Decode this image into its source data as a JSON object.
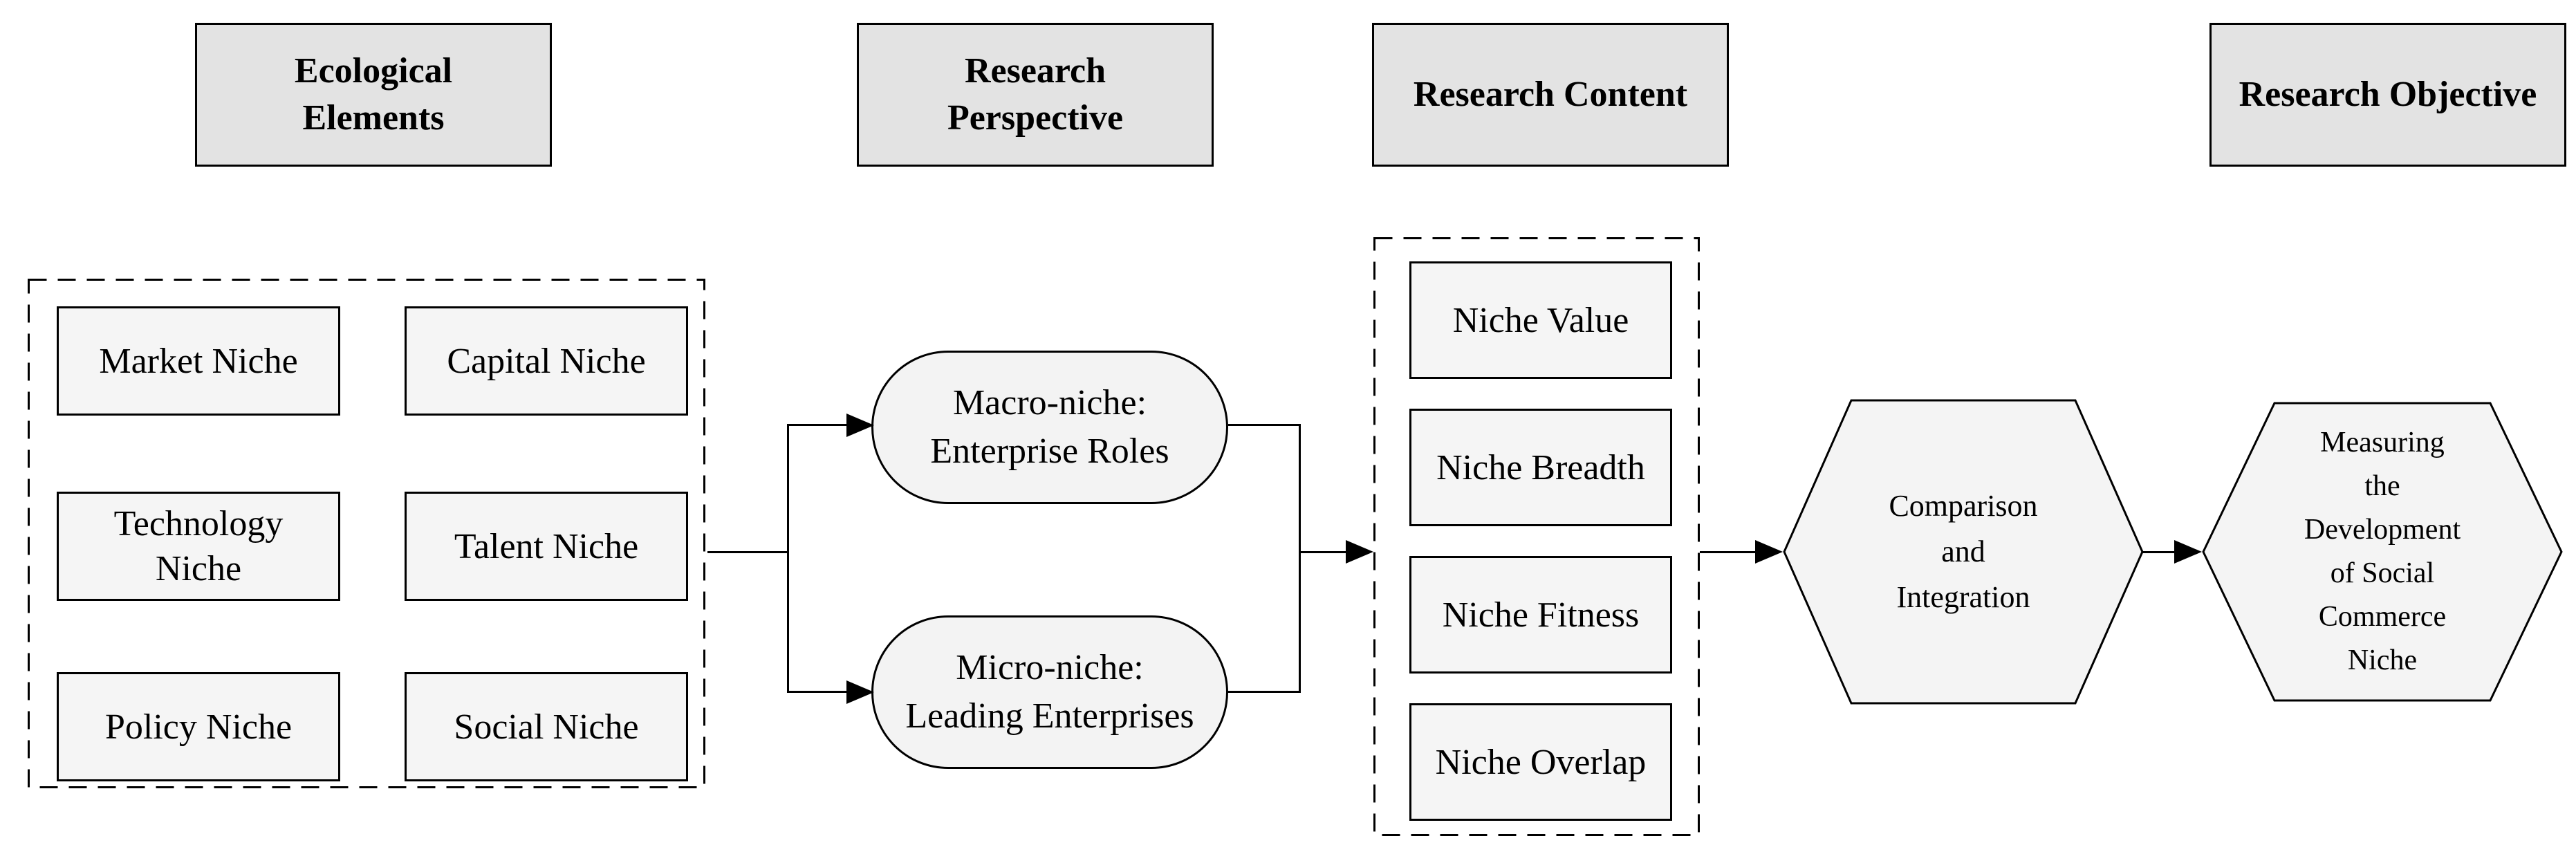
{
  "palette": {
    "background": "#ffffff",
    "header_fill": "#e3e3e3",
    "node_fill": "#f5f5f5",
    "border": "#000000",
    "text": "#000000"
  },
  "headers": [
    {
      "id": "ecological-elements",
      "lines": [
        "Ecological",
        "Elements"
      ]
    },
    {
      "id": "research-perspective",
      "lines": [
        "Research",
        "Perspective"
      ]
    },
    {
      "id": "research-content",
      "lines": [
        "Research Content"
      ]
    },
    {
      "id": "research-objective",
      "lines": [
        "Research Objective"
      ]
    }
  ],
  "ecological_elements": {
    "items": [
      {
        "lines": [
          "Market Niche"
        ]
      },
      {
        "lines": [
          "Capital Niche"
        ]
      },
      {
        "lines": [
          "Technology",
          "Niche"
        ]
      },
      {
        "lines": [
          "Talent Niche"
        ]
      },
      {
        "lines": [
          "Policy Niche"
        ]
      },
      {
        "lines": [
          "Social Niche"
        ]
      }
    ]
  },
  "research_perspective": {
    "macro": {
      "lines": [
        "Macro-niche:",
        "Enterprise Roles"
      ]
    },
    "micro": {
      "lines": [
        "Micro-niche:",
        "Leading Enterprises"
      ]
    }
  },
  "research_content": {
    "items": [
      {
        "lines": [
          "Niche Value"
        ]
      },
      {
        "lines": [
          "Niche Breadth"
        ]
      },
      {
        "lines": [
          "Niche Fitness"
        ]
      },
      {
        "lines": [
          "Niche Overlap"
        ]
      }
    ]
  },
  "process": {
    "comparison": {
      "lines": [
        "Comparison",
        "and",
        "Integration"
      ]
    }
  },
  "objective": {
    "measuring": {
      "lines": [
        "Measuring",
        "the",
        "Development",
        "of Social",
        "Commerce",
        "Niche"
      ]
    }
  }
}
